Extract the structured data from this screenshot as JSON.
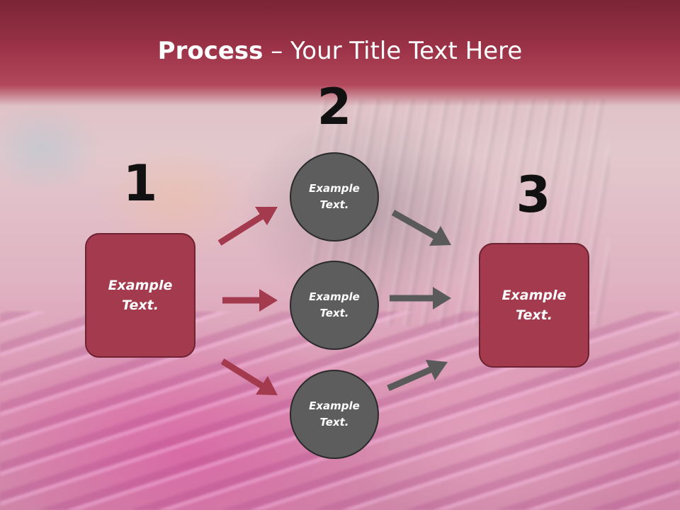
{
  "title": {
    "bold": "Process",
    "dash": " – ",
    "rest": "Your Title Text Here"
  },
  "steps": [
    {
      "number": "1",
      "line1": "Example",
      "line2": "Text."
    },
    {
      "number": "2"
    },
    {
      "number": "3",
      "line1": "Example",
      "line2": "Text."
    }
  ],
  "circles": [
    {
      "line1": "Example",
      "line2": "Text."
    },
    {
      "line1": "Example",
      "line2": "Text."
    },
    {
      "line1": "Example",
      "line2": "Text."
    }
  ],
  "colors": {
    "box": "#a33a4d",
    "circle": "#5d5d5d",
    "left_arrows": "#a33a4d",
    "right_arrows": "#5a5a5a"
  }
}
